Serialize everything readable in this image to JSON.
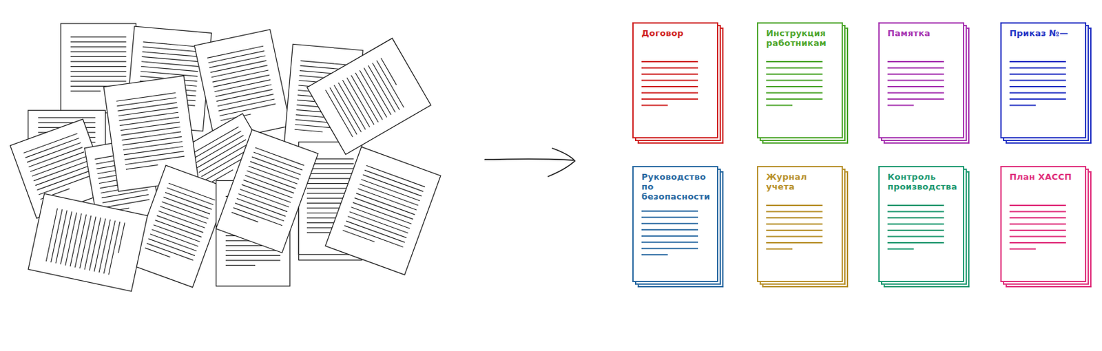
{
  "diagram": {
    "nodes": [
      {
        "text": [
          "Договор"
        ]
      },
      {
        "text": [
          "Инструкция работникам"
        ]
      },
      {
        "text": [
          "Памятка"
        ]
      },
      {
        "text": [
          "Приказ №—"
        ]
      },
      {
        "text": [
          "Руководство по безопасности"
        ]
      },
      {
        "text": [
          "Журнал учета"
        ]
      },
      {
        "text": [
          "Контроль производства"
        ]
      },
      {
        "text": [
          "План ХАССП"
        ]
      }
    ]
  }
}
